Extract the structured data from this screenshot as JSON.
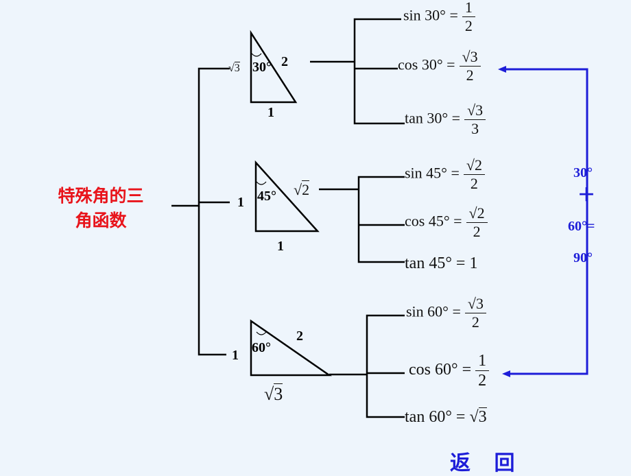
{
  "title": {
    "line1": "特殊角的三",
    "line2": "角函数"
  },
  "triangle30": {
    "angle": "30°",
    "hyp": "2",
    "base": "1",
    "side": "3"
  },
  "triangle45": {
    "angle": "45°",
    "leg": "1",
    "base": "1",
    "hyp": "2"
  },
  "triangle60": {
    "angle": "60°",
    "hyp": "2",
    "leg": "1",
    "base": "3"
  },
  "formulas": {
    "sin30": {
      "lhs": "sin 30° =",
      "num": "1",
      "den": "2"
    },
    "cos30": {
      "lhs": "cos 30° =",
      "num_rad": "3",
      "den": "2"
    },
    "tan30": {
      "lhs": "tan 30° =",
      "num_rad": "3",
      "den": "3"
    },
    "sin45": {
      "lhs": "sin 45° =",
      "num_rad": "2",
      "den": "2"
    },
    "cos45": {
      "lhs": "cos 45° =",
      "num_rad": "2",
      "den": "2"
    },
    "tan45": {
      "lhs": "tan 45° = 1"
    },
    "sin60": {
      "lhs": "sin 60° =",
      "num_rad": "3",
      "den": "2"
    },
    "cos60": {
      "lhs": "cos 60° =",
      "num": "1",
      "den": "2"
    },
    "tan60": {
      "lhs": "tan 60° =",
      "rad": "3"
    }
  },
  "note": {
    "a": "30°",
    "plus": "＋",
    "b": "60°=",
    "c": "90°"
  },
  "back_label": "返 回",
  "colors": {
    "title": "#e8141b",
    "accent": "#1d1dd8",
    "line": "#000000",
    "background": "#eef5fc"
  }
}
